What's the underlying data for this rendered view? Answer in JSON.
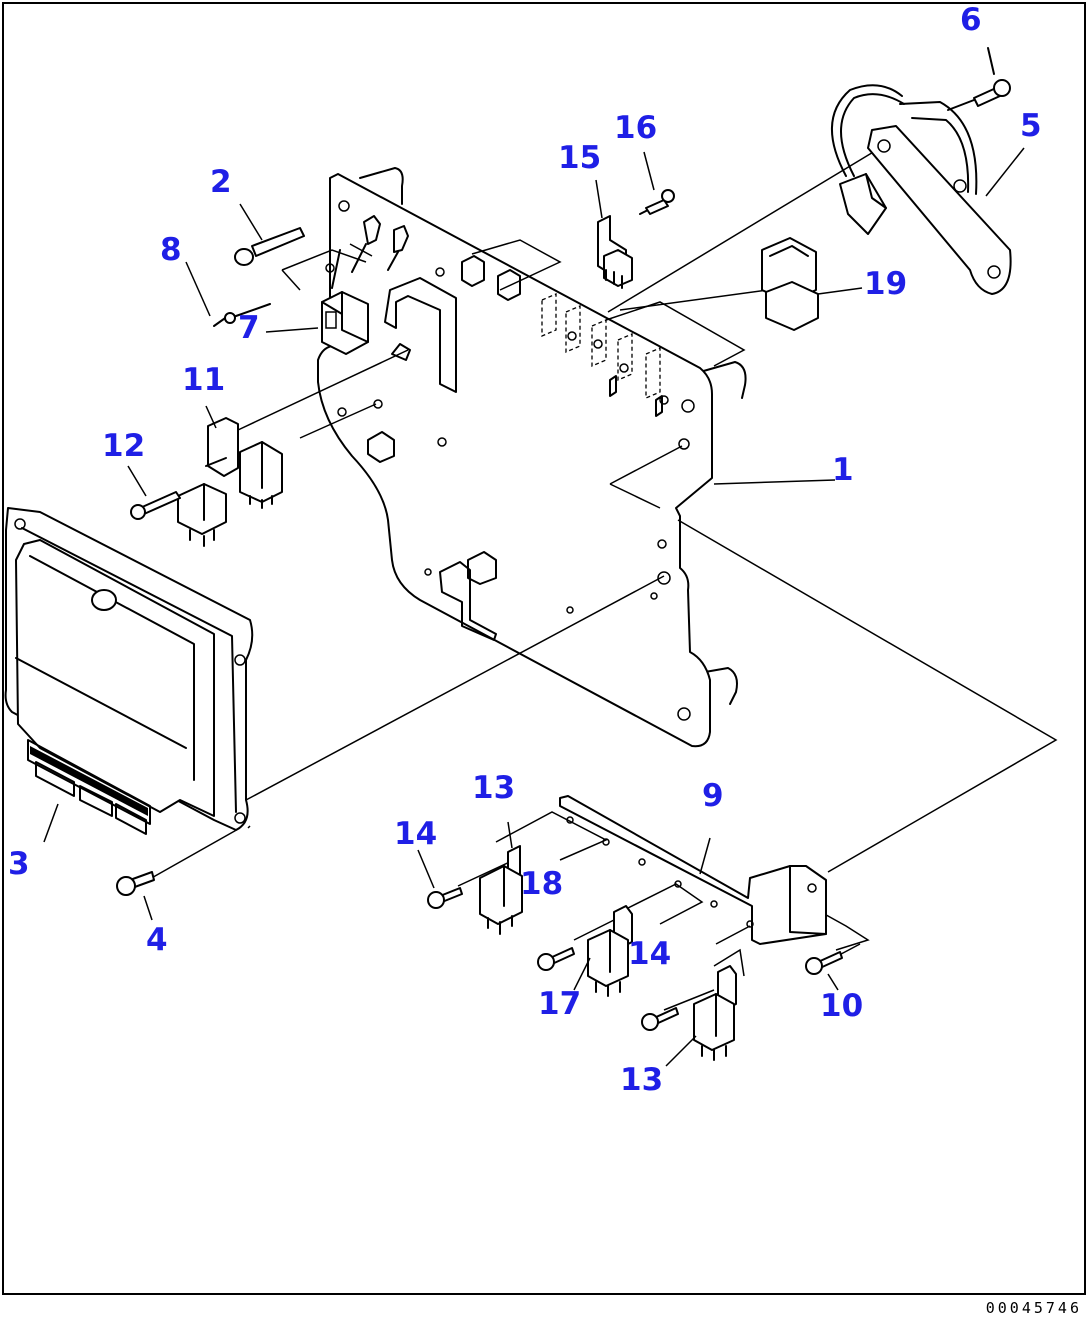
{
  "diagram": {
    "callouts": [
      "1",
      "2",
      "3",
      "4",
      "5",
      "6",
      "7",
      "8",
      "9",
      "10",
      "11",
      "12",
      "13",
      "13",
      "14",
      "14",
      "15",
      "16",
      "17",
      "18",
      "19"
    ],
    "drawing_code": "00045746",
    "ink_color": "#000000",
    "callout_color": "#1f1fe6",
    "background": "#ffffff"
  }
}
